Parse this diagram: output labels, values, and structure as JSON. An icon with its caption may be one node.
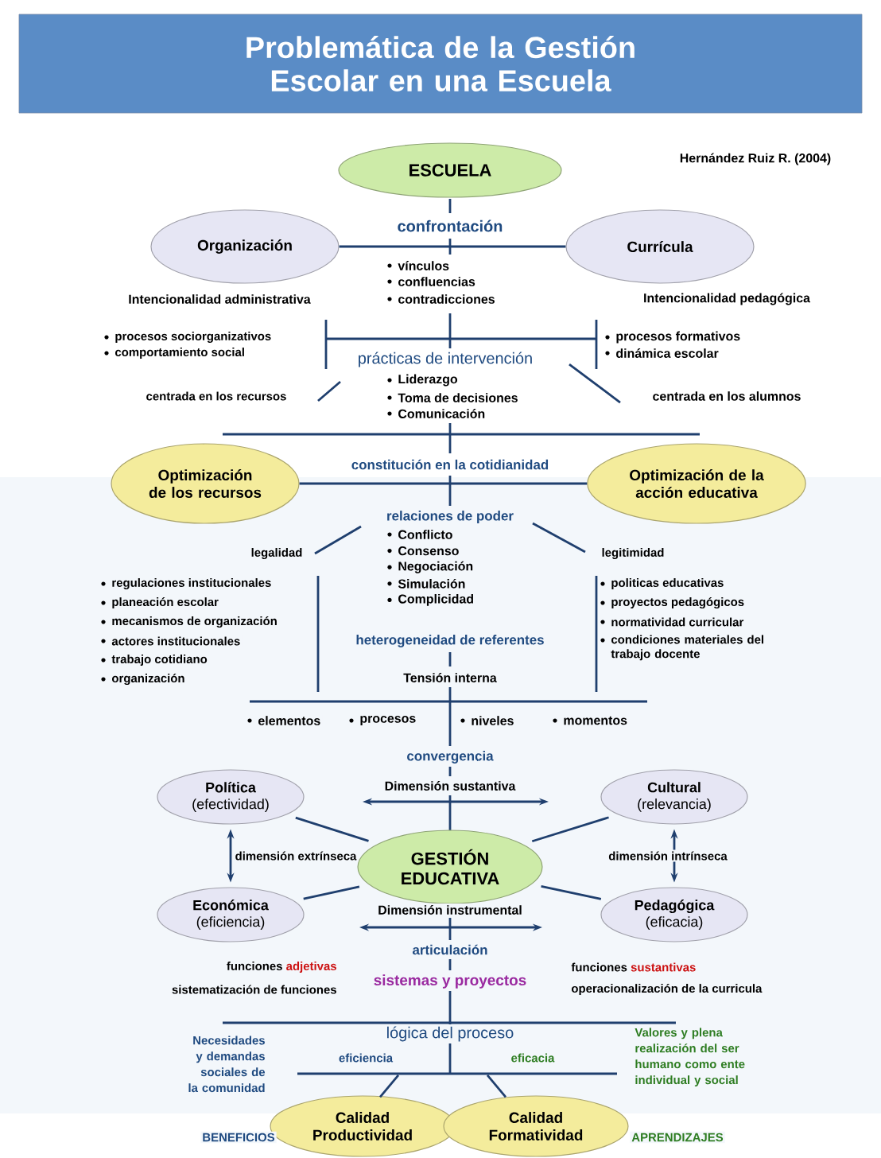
{
  "diagram": {
    "title": "Problemática de la Gestión Escolar en una Escuela",
    "nodes": [
      {
        "text": [
          "ESCUELA"
        ]
      },
      {
        "text": [
          "Organización"
        ]
      },
      {
        "text": [
          "Currícula"
        ]
      },
      {
        "text": [
          "Optimización de los recursos"
        ]
      },
      {
        "text": [
          "Optimización de la acción educativa"
        ]
      },
      {
        "text": [
          "Política",
          "(efectividad)"
        ]
      },
      {
        "text": [
          "Cultural",
          "(relevancia)"
        ]
      },
      {
        "text": [
          "GESTIÓN EDUCATIVA"
        ]
      },
      {
        "text": [
          "Económica",
          "(eficiencia)"
        ]
      },
      {
        "text": [
          "Pedagógica",
          "(eficacia)"
        ]
      },
      {
        "text": [
          "Calidad Productividad"
        ]
      },
      {
        "text": [
          "Calidad Formatividad"
        ]
      },
      {
        "text": [],
        "shape": "bar"
      }
    ],
    "edges": [
      {
        "from": 1,
        "to": 2,
        "arrow": "none"
      },
      {
        "from": 3,
        "to": 4,
        "arrow": "none"
      },
      {
        "from": 5,
        "to": 8,
        "arrow": "both"
      },
      {
        "from": 6,
        "to": 9,
        "arrow": "both"
      },
      {
        "from": 7,
        "to": 5,
        "arrow": "none"
      },
      {
        "from": 7,
        "to": 6,
        "arrow": "none"
      },
      {
        "from": 7,
        "to": 8,
        "arrow": "none"
      },
      {
        "from": 7,
        "to": 9,
        "arrow": "none"
      },
      {
        "from": 12,
        "to": 10,
        "arrow": "none"
      },
      {
        "from": 12,
        "to": 11,
        "arrow": "none"
      }
    ],
    "labels": [
      "Hernández Ruiz R. (2004)",
      "confrontación",
      "vínculos",
      "confluencias",
      "Intencionalidad administrativa",
      "contradicciones",
      "Intencionalidad pedagógica",
      "procesos sociorganizativos",
      "procesos formativos",
      "comportamiento social",
      "dinámica escolar",
      "prácticas de intervención",
      "Liderazgo",
      "centrada en los recursos",
      "Toma de decisiones",
      "centrada en los alumnos",
      "Comunicación",
      "constitución en la cotidianidad",
      "relaciones de poder",
      "Conflicto",
      "legalidad",
      "Consenso",
      "legitimidad",
      "Negociación",
      "regulaciones institucionales",
      "Simulación",
      "politicas educativas",
      "planeación escolar",
      "Complicidad",
      "proyectos pedagógicos",
      "mecanismos de organización",
      "normatividad curricular",
      "actores institucionales",
      "heterogeneidad de referentes",
      "condiciones materiales del trabajo docente",
      "trabajo cotidiano",
      "organización",
      "Tensión interna",
      "elementos",
      "procesos",
      "niveles",
      "momentos",
      "convergencia",
      "Dimensión sustantiva",
      "dimensión extrínseca",
      "dimensión intrínseca",
      "Dimensión instrumental",
      "articulación",
      "funciones",
      "adjetivas",
      "funciones",
      "sustantivas",
      "sistemas y proyectos",
      "sistematización de funciones",
      "operacionalización de la curricula",
      "lógica del proceso",
      "Necesidades y demandas sociales de la comunidad",
      "Valores y plena realización del ser humano como ente individual y social",
      "eficiencia",
      "eficacia",
      "BENEFICIOS",
      "APRENDIZAJES"
    ]
  }
}
